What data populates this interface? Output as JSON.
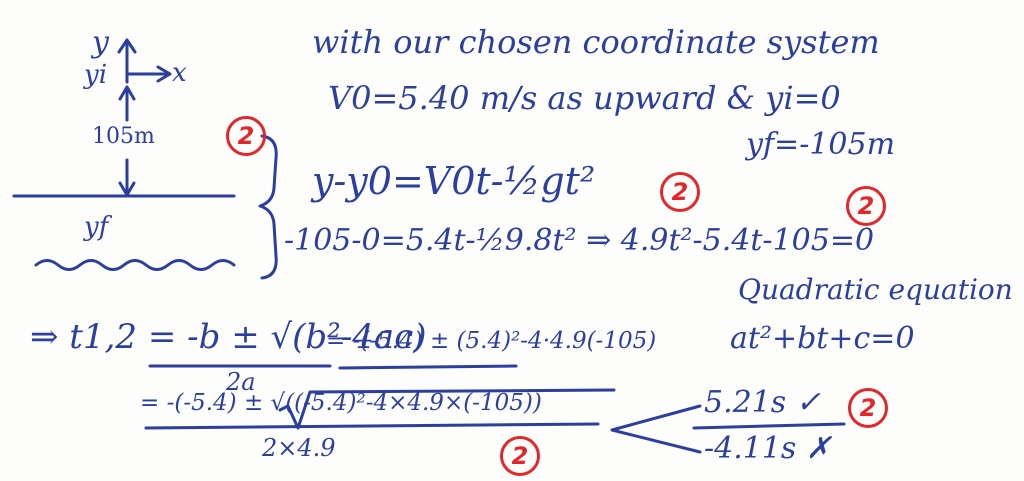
{
  "diagram": {
    "axis_y": "y",
    "axis_x": "x",
    "yi": "yi",
    "height": "105m",
    "yf": "yf"
  },
  "notes": {
    "line1": "with our chosen coordinate system",
    "line2": "V0=5.40 m/s as upward & yi=0",
    "line3": "yf=-105m"
  },
  "equations": {
    "eq1": "y-y0=V0t-½gt²",
    "eq2": "-105-0=5.4t-½9.8t² ⇒ 4.9t²-5.4t-105=0",
    "quad_label": "Quadratic equation",
    "quad_form": "at²+bt+c=0",
    "formula_num": "⇒ t1,2 = -b ± √(b²-4ac)",
    "formula_den": "2a",
    "sub1": "= -(-5.4) ± (5.4)²-4·4.9(-105)",
    "sub2_num": "= -(-5.4) ± √((-5.4)²-4×4.9×(-105))",
    "sub2_den": "2×4.9",
    "result1": "5.21s ✓",
    "result2": "-4.11s ✗"
  },
  "marks": {
    "m1": "2",
    "m2": "2",
    "m3": "2",
    "m4": "2",
    "m5": "2"
  },
  "colors": {
    "ink": "#2c3f9e",
    "mark": "#e2262a"
  }
}
